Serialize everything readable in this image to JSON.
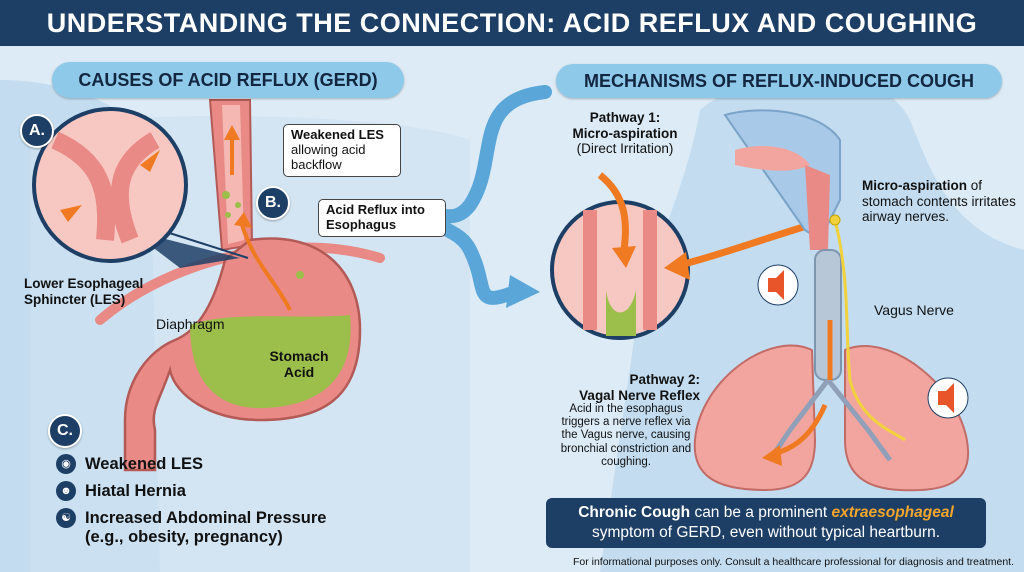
{
  "title": "UNDERSTANDING THE CONNECTION: ACID REFLUX AND COUGHING",
  "left": {
    "heading": "CAUSES OF ACID REFLUX (GERD)",
    "badge_a": "A.",
    "badge_b": "B.",
    "badge_c": "C.",
    "callout_les": {
      "bold": "Weakened LES",
      "rest": "allowing acid backflow"
    },
    "callout_reflux": "Acid Reflux into Esophagus",
    "les_label": "Lower Esophageal Sphincter (LES)",
    "diaphragm": "Diaphragm",
    "stomach_acid": "Stomach Acid",
    "causes": [
      {
        "icon": "stomach-icon",
        "text": "Weakened LES"
      },
      {
        "icon": "person-icon",
        "text": "Hiatal Hernia"
      },
      {
        "icon": "people-icon",
        "text": "Increased Abdominal Pressure"
      }
    ],
    "causes_note": "(e.g., obesity, pregnancy)"
  },
  "right": {
    "heading": "MECHANISMS OF REFLUX-INDUCED COUGH",
    "pathway1_title": "Pathway 1:",
    "pathway1_name": "Micro-aspiration",
    "pathway1_sub": "(Direct Irritation)",
    "micro_bold": "Micro-aspiration",
    "micro_rest": "of stomach contents irritates airway nerves.",
    "vagus_label": "Vagus Nerve",
    "pathway2_title": "Pathway 2:",
    "pathway2_name": "Vagal Nerve Reflex",
    "pathway2_desc": "Acid in the esophagus triggers a nerve reflex via the Vagus nerve, causing bronchial constriction and coughing."
  },
  "summary": {
    "bold": "Chronic Cough",
    "mid": "can be a prominent",
    "highlight": "extraesophageal",
    "line2": "symptom of GERD, even without typical heartburn."
  },
  "footer": "For informational purposes only. Consult a healthcare professional for diagnosis and treatment.",
  "colors": {
    "navy": "#1d3f66",
    "pill": "#8ec9ea",
    "arrow": "#f07a22",
    "acid": "#9cbe4a",
    "tissue": "#e98a86",
    "highlight": "#f4a52a"
  }
}
